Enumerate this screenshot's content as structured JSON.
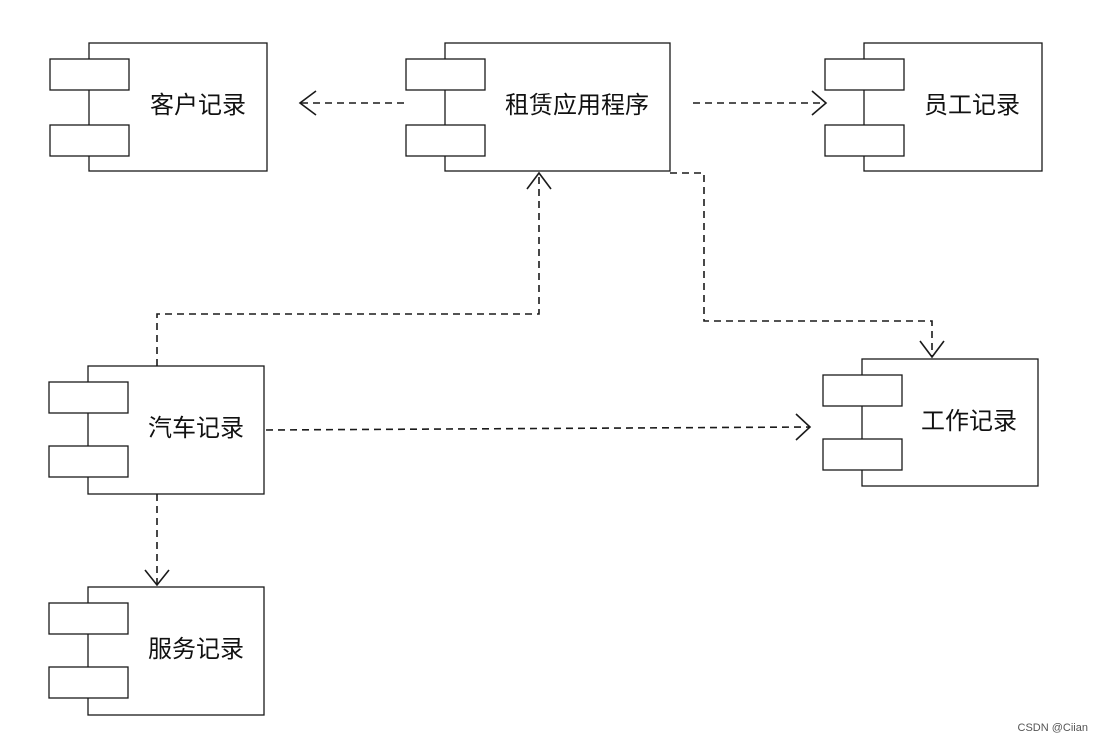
{
  "components": [
    {
      "id": "kehu",
      "label": "客户记录"
    },
    {
      "id": "zulin",
      "label": "租赁应用程序"
    },
    {
      "id": "yuangong",
      "label": "员工记录"
    },
    {
      "id": "qiche",
      "label": "汽车记录"
    },
    {
      "id": "gongzuo",
      "label": "工作记录"
    },
    {
      "id": "fuwu",
      "label": "服务记录"
    }
  ],
  "dependencies": [
    {
      "from": "zulin",
      "to": "kehu"
    },
    {
      "from": "zulin",
      "to": "yuangong"
    },
    {
      "from": "qiche",
      "to": "zulin"
    },
    {
      "from": "zulin",
      "to": "gongzuo"
    },
    {
      "from": "qiche",
      "to": "gongzuo"
    },
    {
      "from": "qiche",
      "to": "fuwu"
    }
  ],
  "watermark": "CSDN @Ciian"
}
